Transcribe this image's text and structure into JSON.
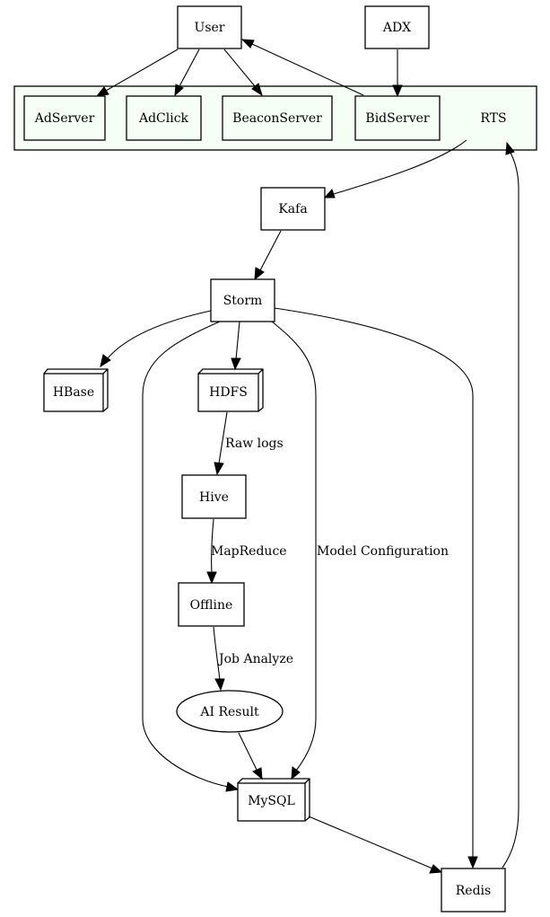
{
  "nodes": {
    "user": "User",
    "adx": "ADX",
    "adserver": "AdServer",
    "adclick": "AdClick",
    "beaconserver": "BeaconServer",
    "bidserver": "BidServer",
    "rts": "RTS",
    "kafa": "Kafa",
    "storm": "Storm",
    "hbase": "HBase",
    "hdfs": "HDFS",
    "hive": "Hive",
    "offline": "Offline",
    "ai_result": "AI Result",
    "mysql": "MySQL",
    "redis": "Redis"
  },
  "edge_labels": {
    "raw_logs": "Raw logs",
    "mapreduce": "MapReduce",
    "job_analyze": "Job Analyze",
    "model_configuration": "Model Configuration"
  },
  "colors": {
    "cluster_fill": "#f5fff5",
    "stroke": "#000000",
    "background": "#ffffff"
  }
}
